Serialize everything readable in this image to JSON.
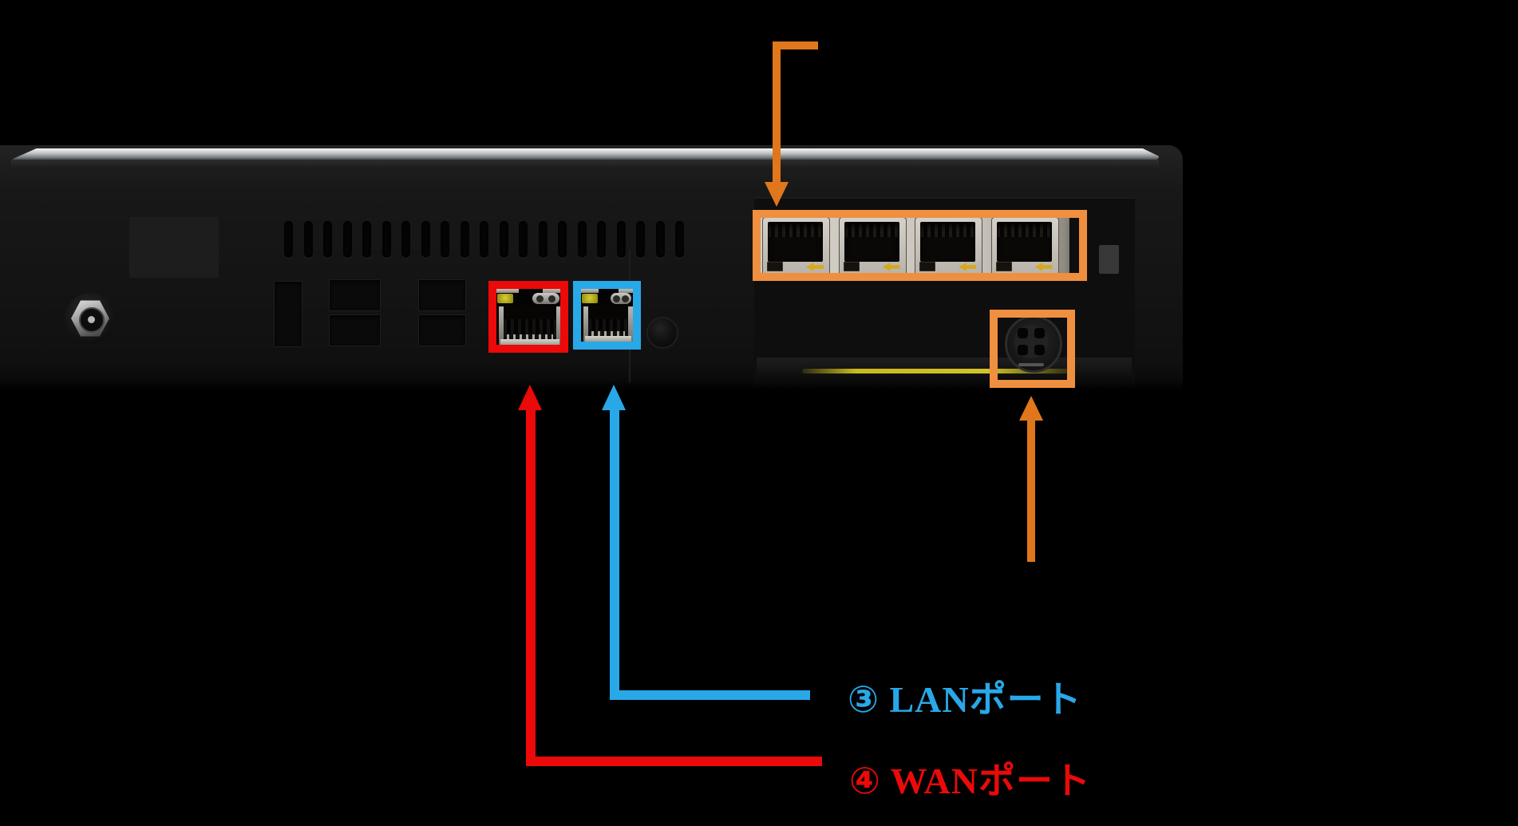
{
  "background_color": "#000000",
  "labels": {
    "lan": {
      "text": "③ LANポート",
      "color": "#29A8E8"
    },
    "wan": {
      "text": "④ WANポート",
      "color": "#EB0909"
    }
  },
  "annotation_colors": {
    "orange_box": "#EF9040",
    "orange_arrow": "#E0771C",
    "red": "#EB0909",
    "blue": "#29A8E8"
  },
  "device": {
    "vent_slots": {
      "count": 21
    },
    "switch_port_block": {
      "port_count": 4
    },
    "indicator_led_color": "#C8BE28",
    "yellow_stripe_color": "#C9B91F"
  }
}
